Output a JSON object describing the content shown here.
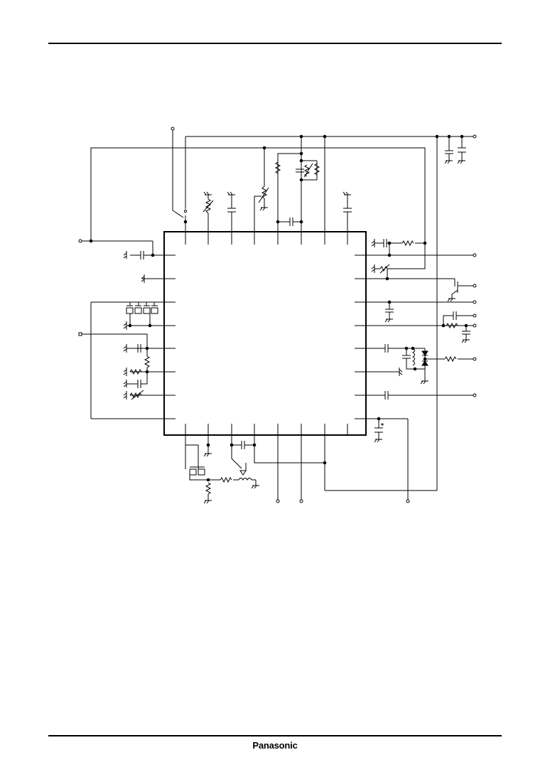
{
  "page": {
    "footer": {
      "brand": "Panasonic"
    }
  },
  "diagram": {
    "ic_package": "ic-body",
    "pin_count": 32,
    "components": [
      "resistor",
      "capacitor",
      "electrolytic-capacitor",
      "variable-resistor",
      "crystal",
      "inductor",
      "diode",
      "transistor",
      "switch",
      "ground"
    ]
  }
}
